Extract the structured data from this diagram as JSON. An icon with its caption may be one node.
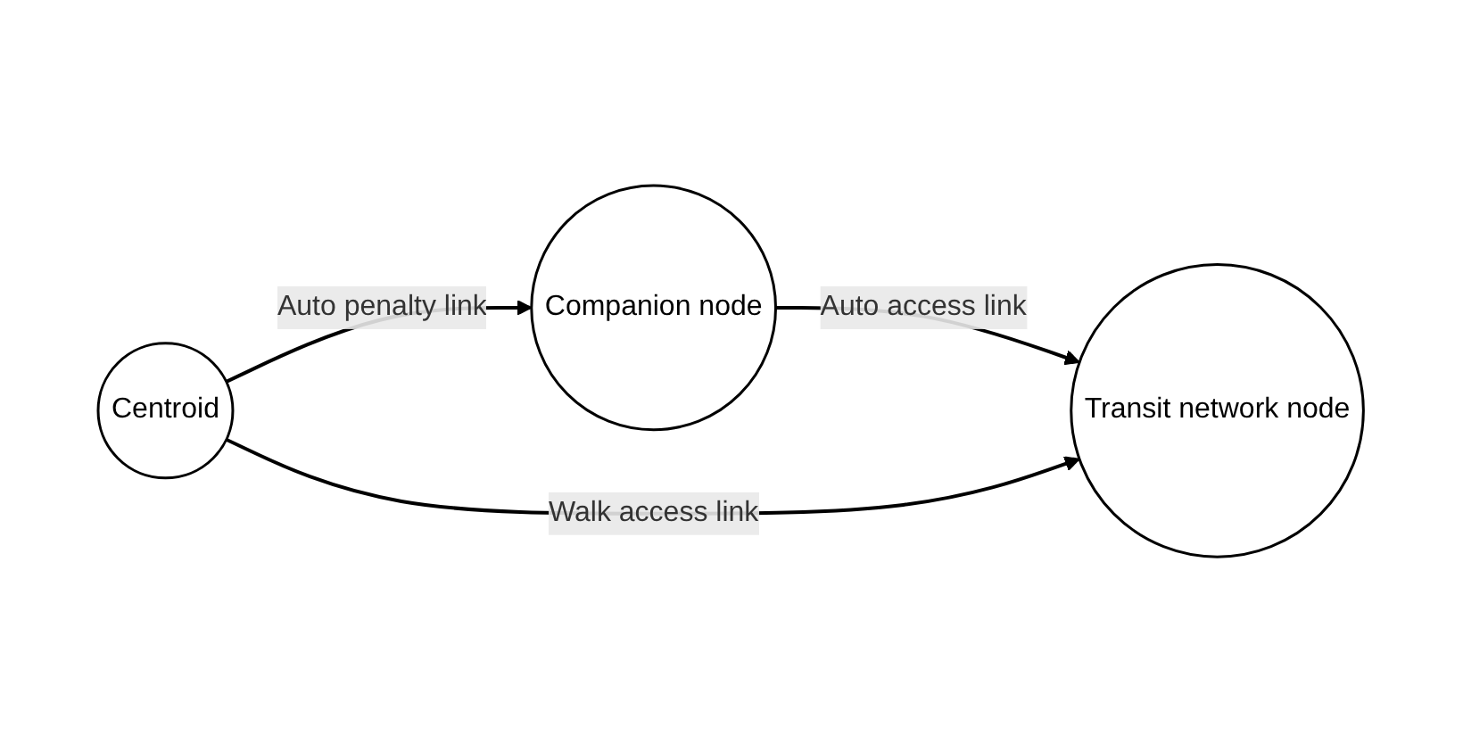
{
  "diagram": {
    "nodes": [
      {
        "text": [
          "Centroid"
        ]
      },
      {
        "text": [
          "Companion node"
        ]
      },
      {
        "text": [
          "Transit network node"
        ]
      }
    ],
    "edges": [
      {
        "from": 0,
        "to": 1,
        "arrow": "to",
        "label": "Auto penalty link"
      },
      {
        "from": 1,
        "to": 2,
        "arrow": "to",
        "label": "Auto access link"
      },
      {
        "from": 0,
        "to": 2,
        "arrow": "to",
        "label": "Walk access link"
      }
    ]
  }
}
